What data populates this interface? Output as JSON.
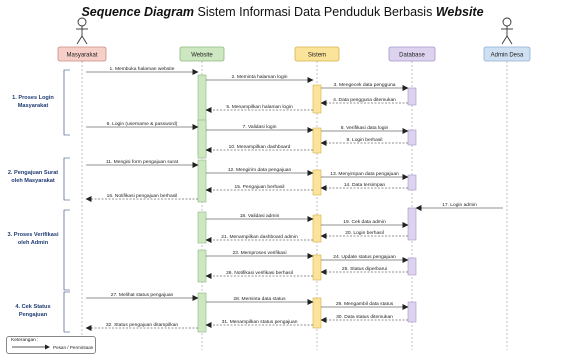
{
  "title": {
    "italic_left": "Sequence Diagram",
    "middle": "Sistem Informasi Data Penduduk Berbasis",
    "italic_right": "Website"
  },
  "actors": [
    {
      "id": "masyarakat",
      "label": "Masyarakat",
      "fill": "#f6cfc9",
      "stroke": "#c98b83",
      "stick": true
    },
    {
      "id": "website",
      "label": "Website",
      "fill": "#cde8c1",
      "stroke": "#8cb67d",
      "stick": false
    },
    {
      "id": "sistem",
      "label": "Sistem",
      "fill": "#fbe39a",
      "stroke": "#d4b24a",
      "stick": false
    },
    {
      "id": "database",
      "label": "Database",
      "fill": "#ddd3ef",
      "stroke": "#a796cc",
      "stick": false
    },
    {
      "id": "admin",
      "label": "Admin Desa",
      "fill": "#cfe0f3",
      "stroke": "#8eaed4",
      "stick": true
    }
  ],
  "sections": [
    {
      "label": "1. Proses Login\nMasyarakat"
    },
    {
      "label": "2. Pengajuan Surat\noleh Masyarakat"
    },
    {
      "label": "3. Proses Verifikasi\noleh Admin"
    },
    {
      "label": "4. Cek Status\nPengajuan"
    }
  ],
  "messages": [
    {
      "from": "masyarakat",
      "to": "website",
      "label": "1.  Membuka halaman website",
      "dashed": false
    },
    {
      "from": "website",
      "to": "sistem",
      "label": "2.  Meminta halaman login",
      "dashed": false
    },
    {
      "from": "sistem",
      "to": "database",
      "label": "3.  Mengecek data pengguna",
      "dashed": false
    },
    {
      "from": "database",
      "to": "sistem",
      "label": "4.  Data pengguna ditemukan",
      "dashed": true
    },
    {
      "from": "sistem",
      "to": "website",
      "label": "5.  Menampilkan halaman login",
      "dashed": true
    },
    {
      "from": "masyarakat",
      "to": "website",
      "label": "6.  Login (username & password)",
      "dashed": false
    },
    {
      "from": "website",
      "to": "sistem",
      "label": "7.  Validasi login",
      "dashed": false
    },
    {
      "from": "sistem",
      "to": "database",
      "label": "8.  Verifikasi data login",
      "dashed": false
    },
    {
      "from": "database",
      "to": "sistem",
      "label": "9.  Login berhasil",
      "dashed": true
    },
    {
      "from": "sistem",
      "to": "website",
      "label": "10.  Menampilkan dashboard",
      "dashed": true
    },
    {
      "from": "masyarakat",
      "to": "website",
      "label": "11.  Mengisi form pengajuan surat",
      "dashed": false
    },
    {
      "from": "website",
      "to": "sistem",
      "label": "12.  Mengirim data pengajuan",
      "dashed": false
    },
    {
      "from": "sistem",
      "to": "database",
      "label": "13.  Menyimpan data pengajuan",
      "dashed": false
    },
    {
      "from": "database",
      "to": "sistem",
      "label": "14.  Data tersimpan",
      "dashed": true
    },
    {
      "from": "sistem",
      "to": "website",
      "label": "15.  Pengajuan berhasil",
      "dashed": true
    },
    {
      "from": "website",
      "to": "masyarakat",
      "label": "16.  Notifikasi pengajuan berhasil",
      "dashed": true
    },
    {
      "from": "admin",
      "to": "database",
      "label": "17.  Login admin",
      "dashed": false
    },
    {
      "from": "website",
      "to": "sistem",
      "label": "18.  Validasi admin",
      "dashed": false
    },
    {
      "from": "sistem",
      "to": "database",
      "label": "19.  Cek data admin",
      "dashed": false
    },
    {
      "from": "database",
      "to": "sistem",
      "label": "20.  Login berhasil",
      "dashed": true
    },
    {
      "from": "sistem",
      "to": "website",
      "label": "21.  Menampilkan dashboard admin",
      "dashed": true
    },
    {
      "from": "website",
      "to": "sistem",
      "label": "23.  Memproses verifikasi",
      "dashed": false
    },
    {
      "from": "sistem",
      "to": "database",
      "label": "24.  Update status pengajuan",
      "dashed": false
    },
    {
      "from": "database",
      "to": "sistem",
      "label": "25.  Status diperbarui",
      "dashed": true
    },
    {
      "from": "sistem",
      "to": "website",
      "label": "26.  Notifikasi verifikasi berhasil",
      "dashed": true
    },
    {
      "from": "masyarakat",
      "to": "website",
      "label": "27.  Melihat status pengajuan",
      "dashed": false
    },
    {
      "from": "website",
      "to": "sistem",
      "label": "28.  Meminta data status",
      "dashed": false
    },
    {
      "from": "sistem",
      "to": "database",
      "label": "29.  Mengambil data status",
      "dashed": false
    },
    {
      "from": "database",
      "to": "sistem",
      "label": "30.  Data status ditemukan",
      "dashed": true
    },
    {
      "from": "sistem",
      "to": "website",
      "label": "31.  Menampilkan status pengajuan",
      "dashed": true
    },
    {
      "from": "website",
      "to": "masyarakat",
      "label": "32.  Status pengajuan ditampilkan",
      "dashed": true
    }
  ],
  "legend": {
    "title": "Keterangan :",
    "label": "Pesan / Permintaan"
  }
}
